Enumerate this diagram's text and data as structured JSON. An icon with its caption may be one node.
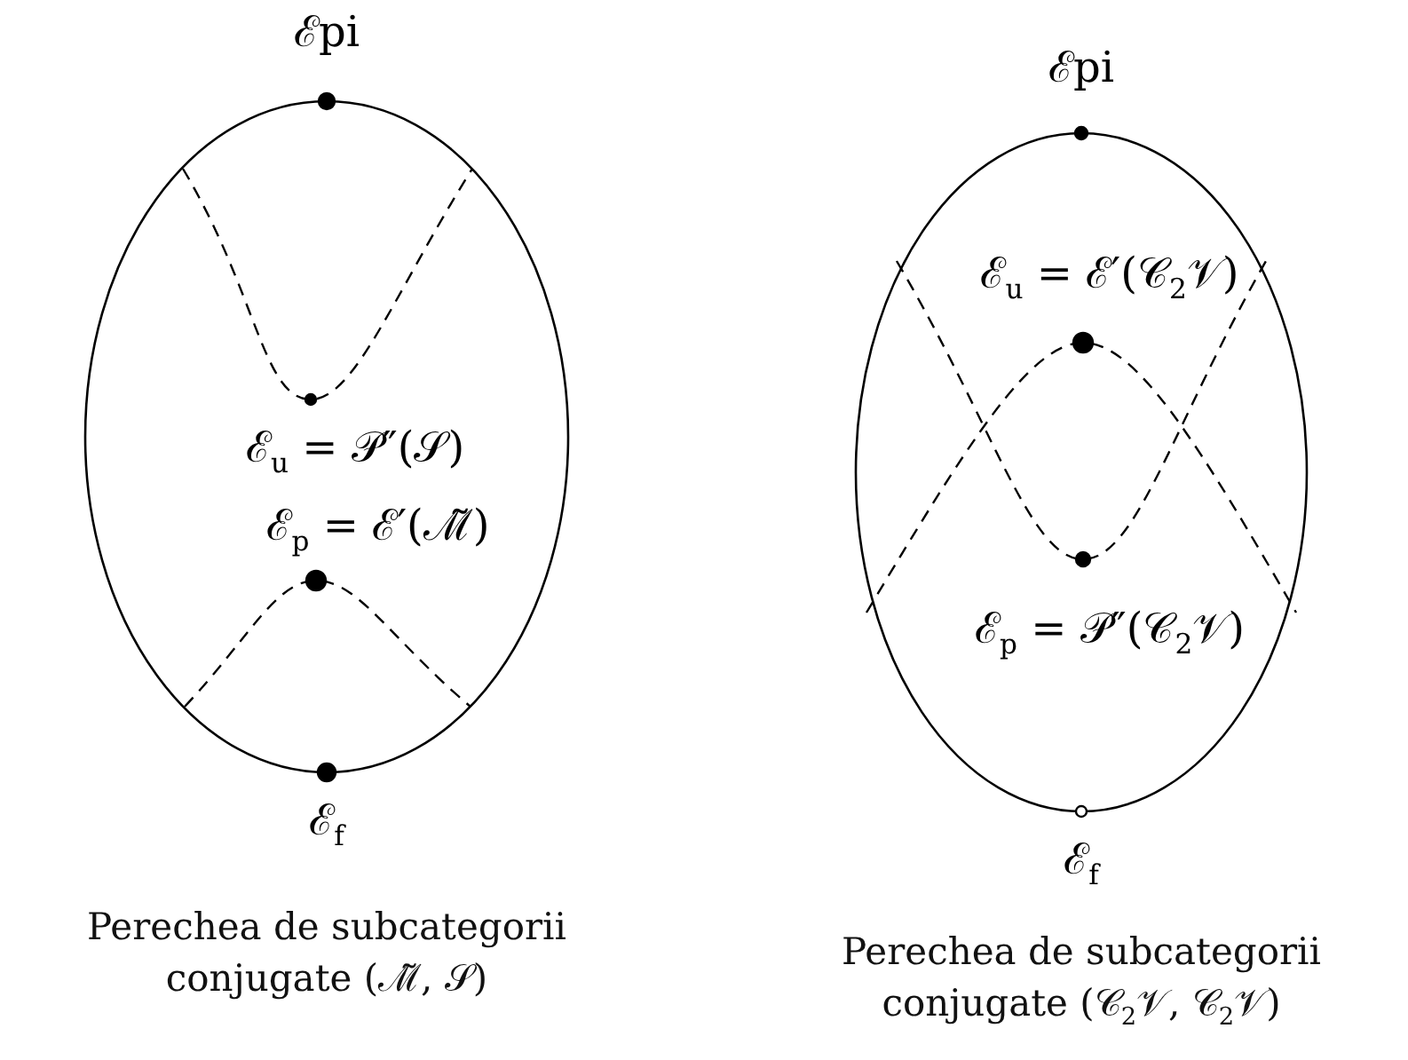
{
  "diagram": {
    "labels": [
      "ℰpi",
      "ℰ$_{u}$ = 𝒫″(𝒮)",
      "ℰ$_{p}$ = ℰ′(ℳ̃)",
      "ℰ$_{f}$",
      "Perechea de subcategorii conjugate (ℳ̃, 𝒮)",
      "ℰpi",
      "ℰ$_{u}$ = ℰ′(𝒞$_{2}$𝒱)",
      "ℰ$_{p}$ = 𝒫″(𝒞$_{2}$𝒱)",
      "ℰ$_{f}$",
      "Perechea de subcategorii conjugate (𝒞$_{2}$𝒱, 𝒞$_{2}$𝒱)"
    ]
  }
}
